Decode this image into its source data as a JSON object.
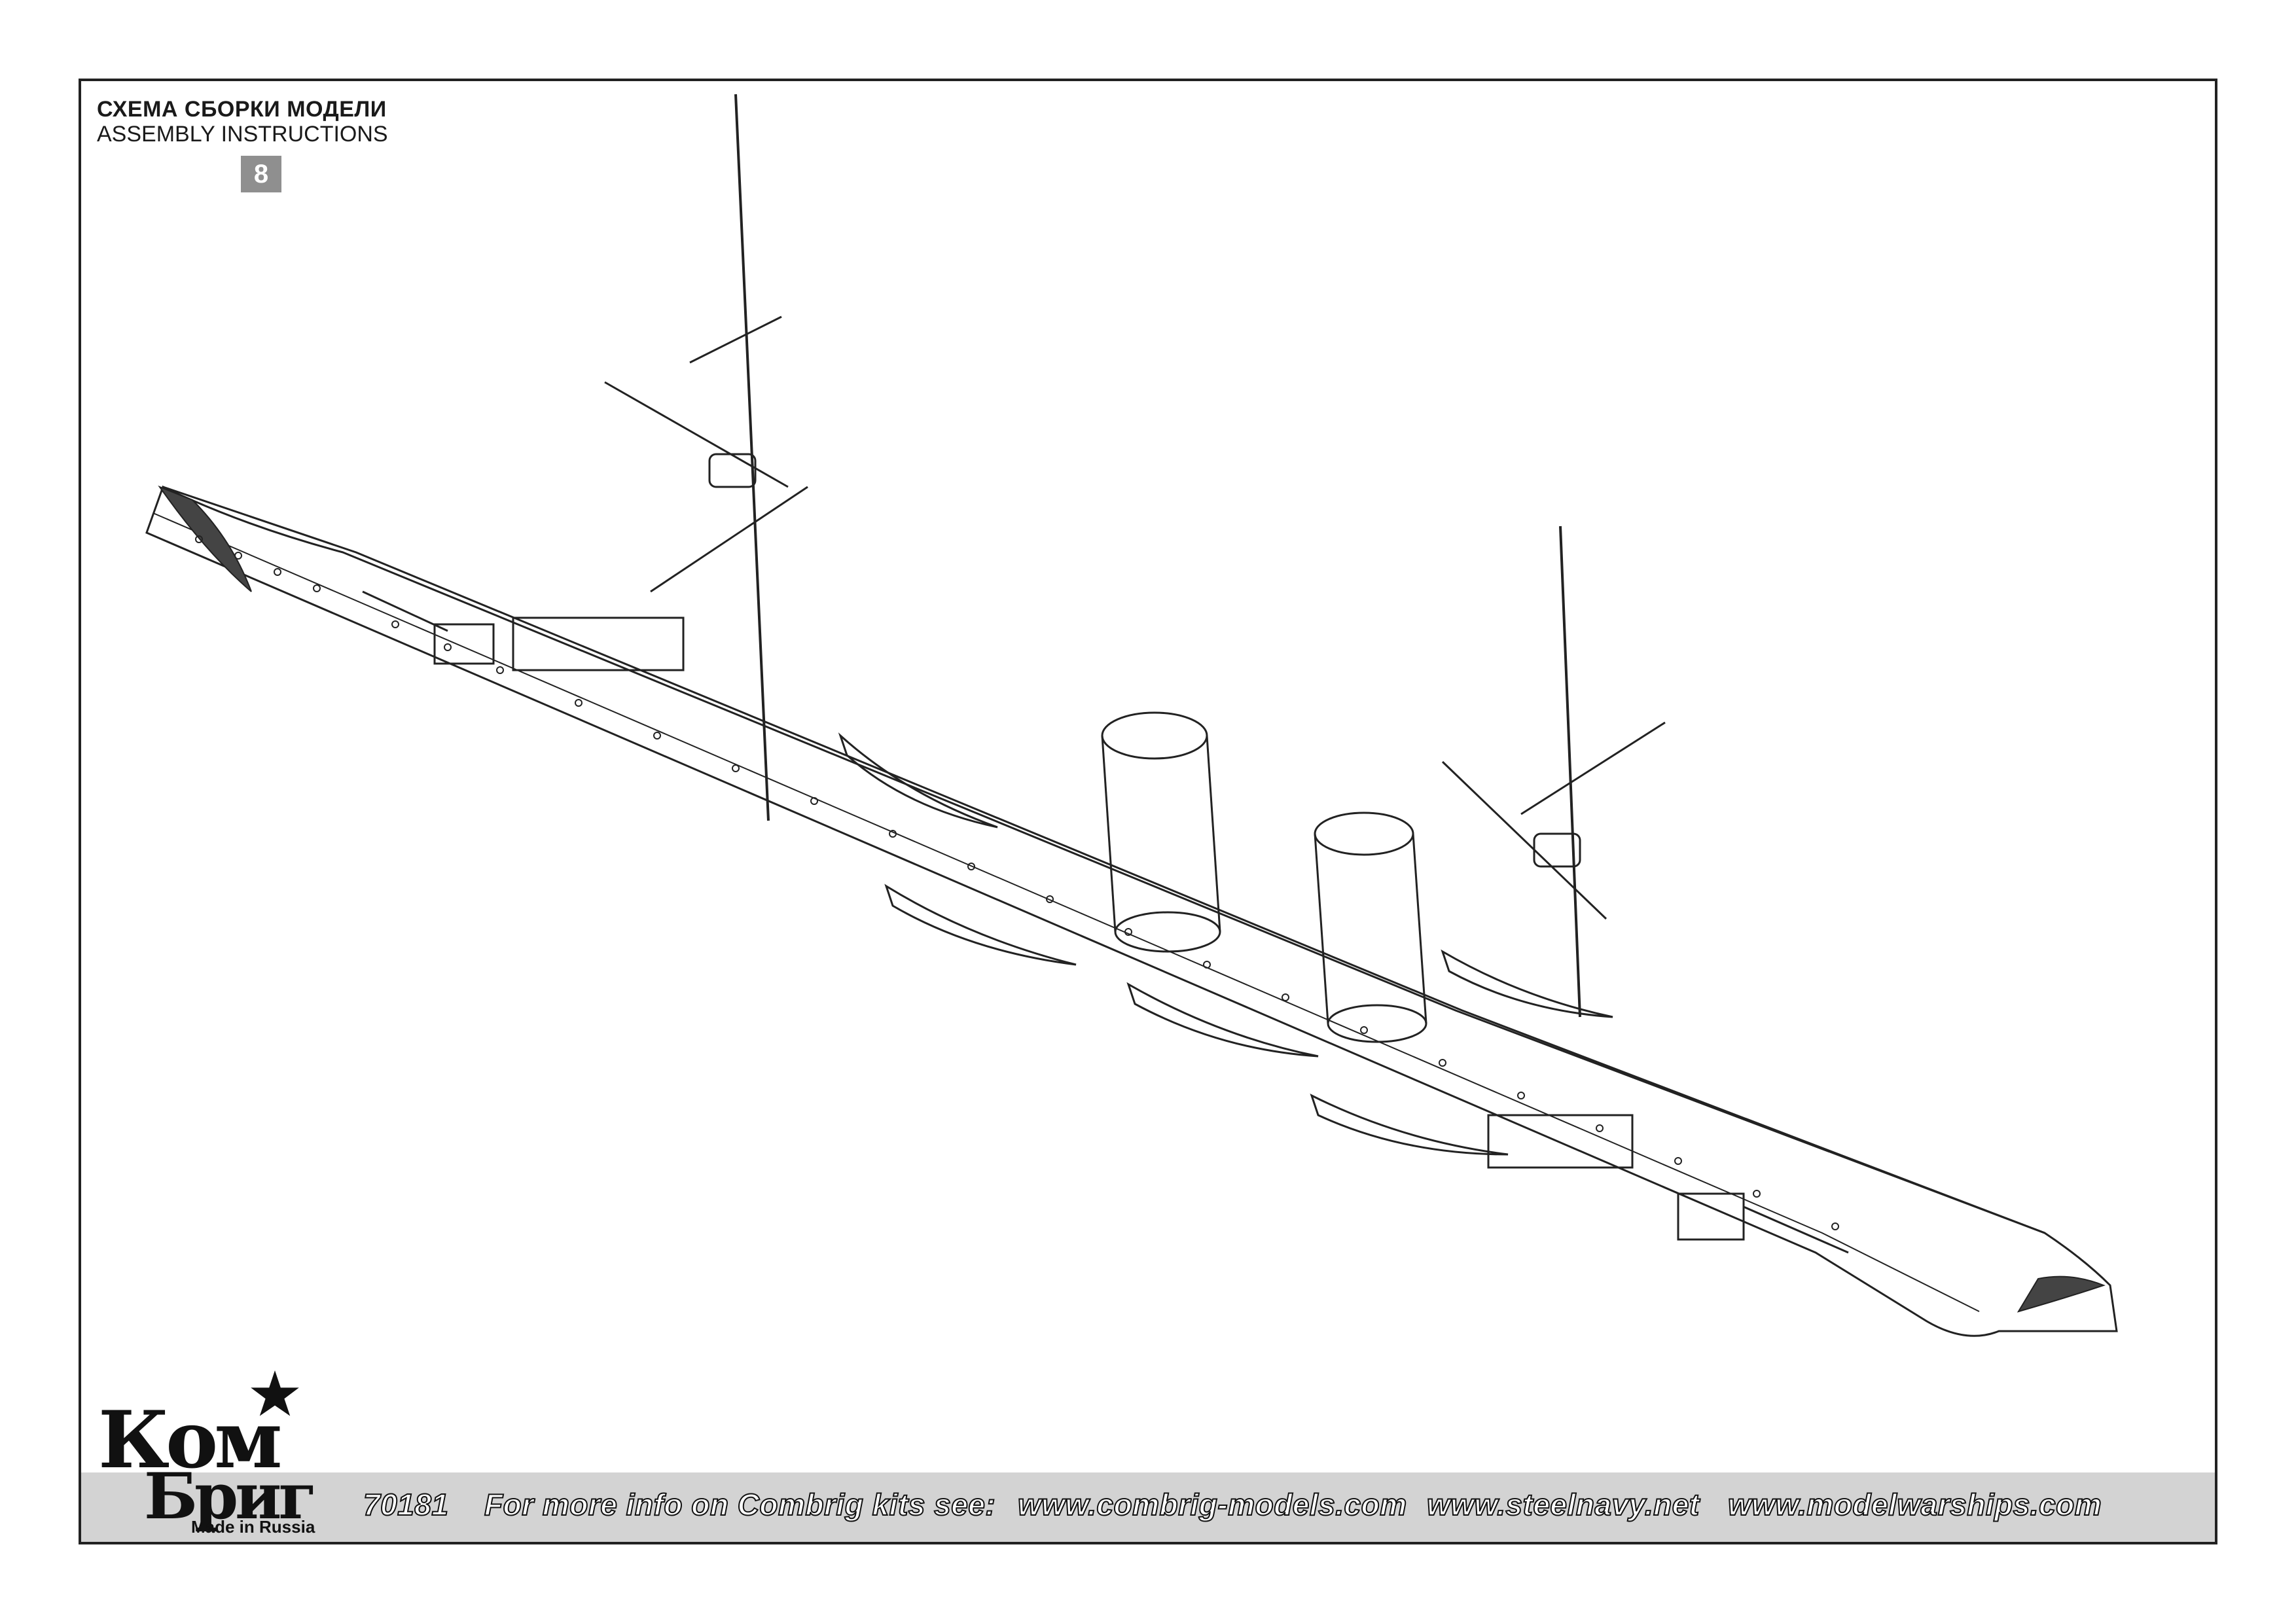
{
  "header": {
    "title_ru": "СХЕМА СБОРКИ МОДЕЛИ",
    "title_en": "ASSEMBLY INSTRUCTIONS",
    "step_number": "8"
  },
  "logo": {
    "line1": "Ком",
    "line2": "Бриг",
    "made_in": "Made in Russia"
  },
  "footer": {
    "kit_number": "70181",
    "info_text": "For more info on Combrig kits see:",
    "links": [
      "www.combrig-models.com",
      "www.steelnavy.net",
      "www.modelwarships.com"
    ]
  },
  "colors": {
    "line": "#222222",
    "band": "#d3d3d3",
    "badge": "#8f8f8f"
  },
  "icons": [
    "star-icon",
    "ship-line-drawing"
  ]
}
